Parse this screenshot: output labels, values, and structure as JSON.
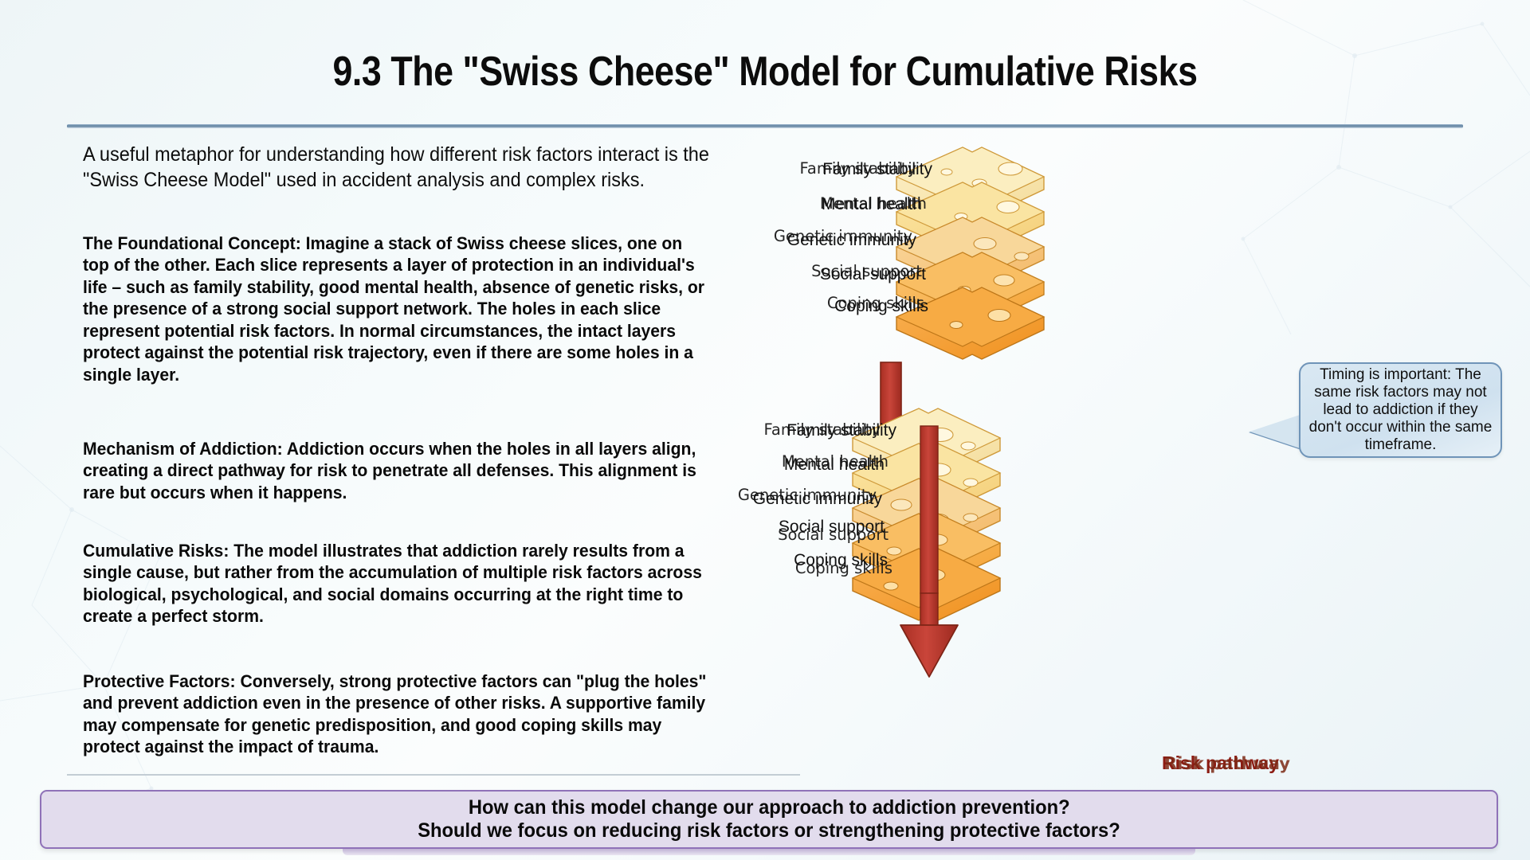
{
  "slide": {
    "title": "9.3 The \"Swiss Cheese\" Model for Cumulative Risks",
    "lead": "A useful metaphor for understanding how different risk factors interact is the \"Swiss Cheese Model\" used in accident analysis and complex risks.",
    "paragraphs": [
      {
        "id": "foundational",
        "text": "The Foundational Concept: Imagine a stack of Swiss cheese slices, one on top of the other. Each slice represents a layer of protection in an individual's life – such as family stability, good mental health, absence of genetic risks, or the presence of a strong social support network. The holes in each slice represent potential risk factors. In normal circumstances, the intact layers protect against the potential risk trajectory, even if there are some holes in a single layer."
      },
      {
        "id": "mechanism",
        "text": "Mechanism of Addiction: Addiction occurs when the holes in all layers align, creating a direct pathway for risk to penetrate all defenses. This alignment is rare but occurs when it happens."
      },
      {
        "id": "cumulative",
        "text": "Cumulative Risks: The model illustrates that addiction rarely results from a single cause, but rather from the accumulation of multiple risk factors across biological, psychological, and social domains occurring at the right time to create a perfect storm."
      },
      {
        "id": "protective",
        "text": "Protective Factors: Conversely, strong protective factors can \"plug the holes\" and prevent addiction even in the presence of other risks. A supportive family may compensate for genetic predisposition, and good coping skills may protect against the impact of trauma."
      }
    ],
    "question_line1": "How can this model change our approach to addiction prevention?",
    "question_line2": "Should we focus on reducing risk factors or strengthening protective factors?"
  },
  "diagram": {
    "layer_labels": [
      "Family stability",
      "Mental health",
      "Genetic immunity",
      "Social support",
      "Coping skills"
    ],
    "callout": "Timing is important: The same risk factors may not lead to addiction if they don't occur within the same timeframe.",
    "risk_pathway_label": "Risk pathway",
    "colors": {
      "cheese_top_1": "#f7e2a8",
      "cheese_top_2": "#f8d884",
      "cheese_top_3": "#f6bc70",
      "cheese_top_4": "#f6a83f",
      "cheese_top_5": "#f29429",
      "cheese_edge": "#c07a22",
      "risk_arrow": "#b8392c",
      "callout_border": "#6f94b8",
      "banner_border": "#8f72b8",
      "banner_fill": "#e2dced"
    }
  }
}
